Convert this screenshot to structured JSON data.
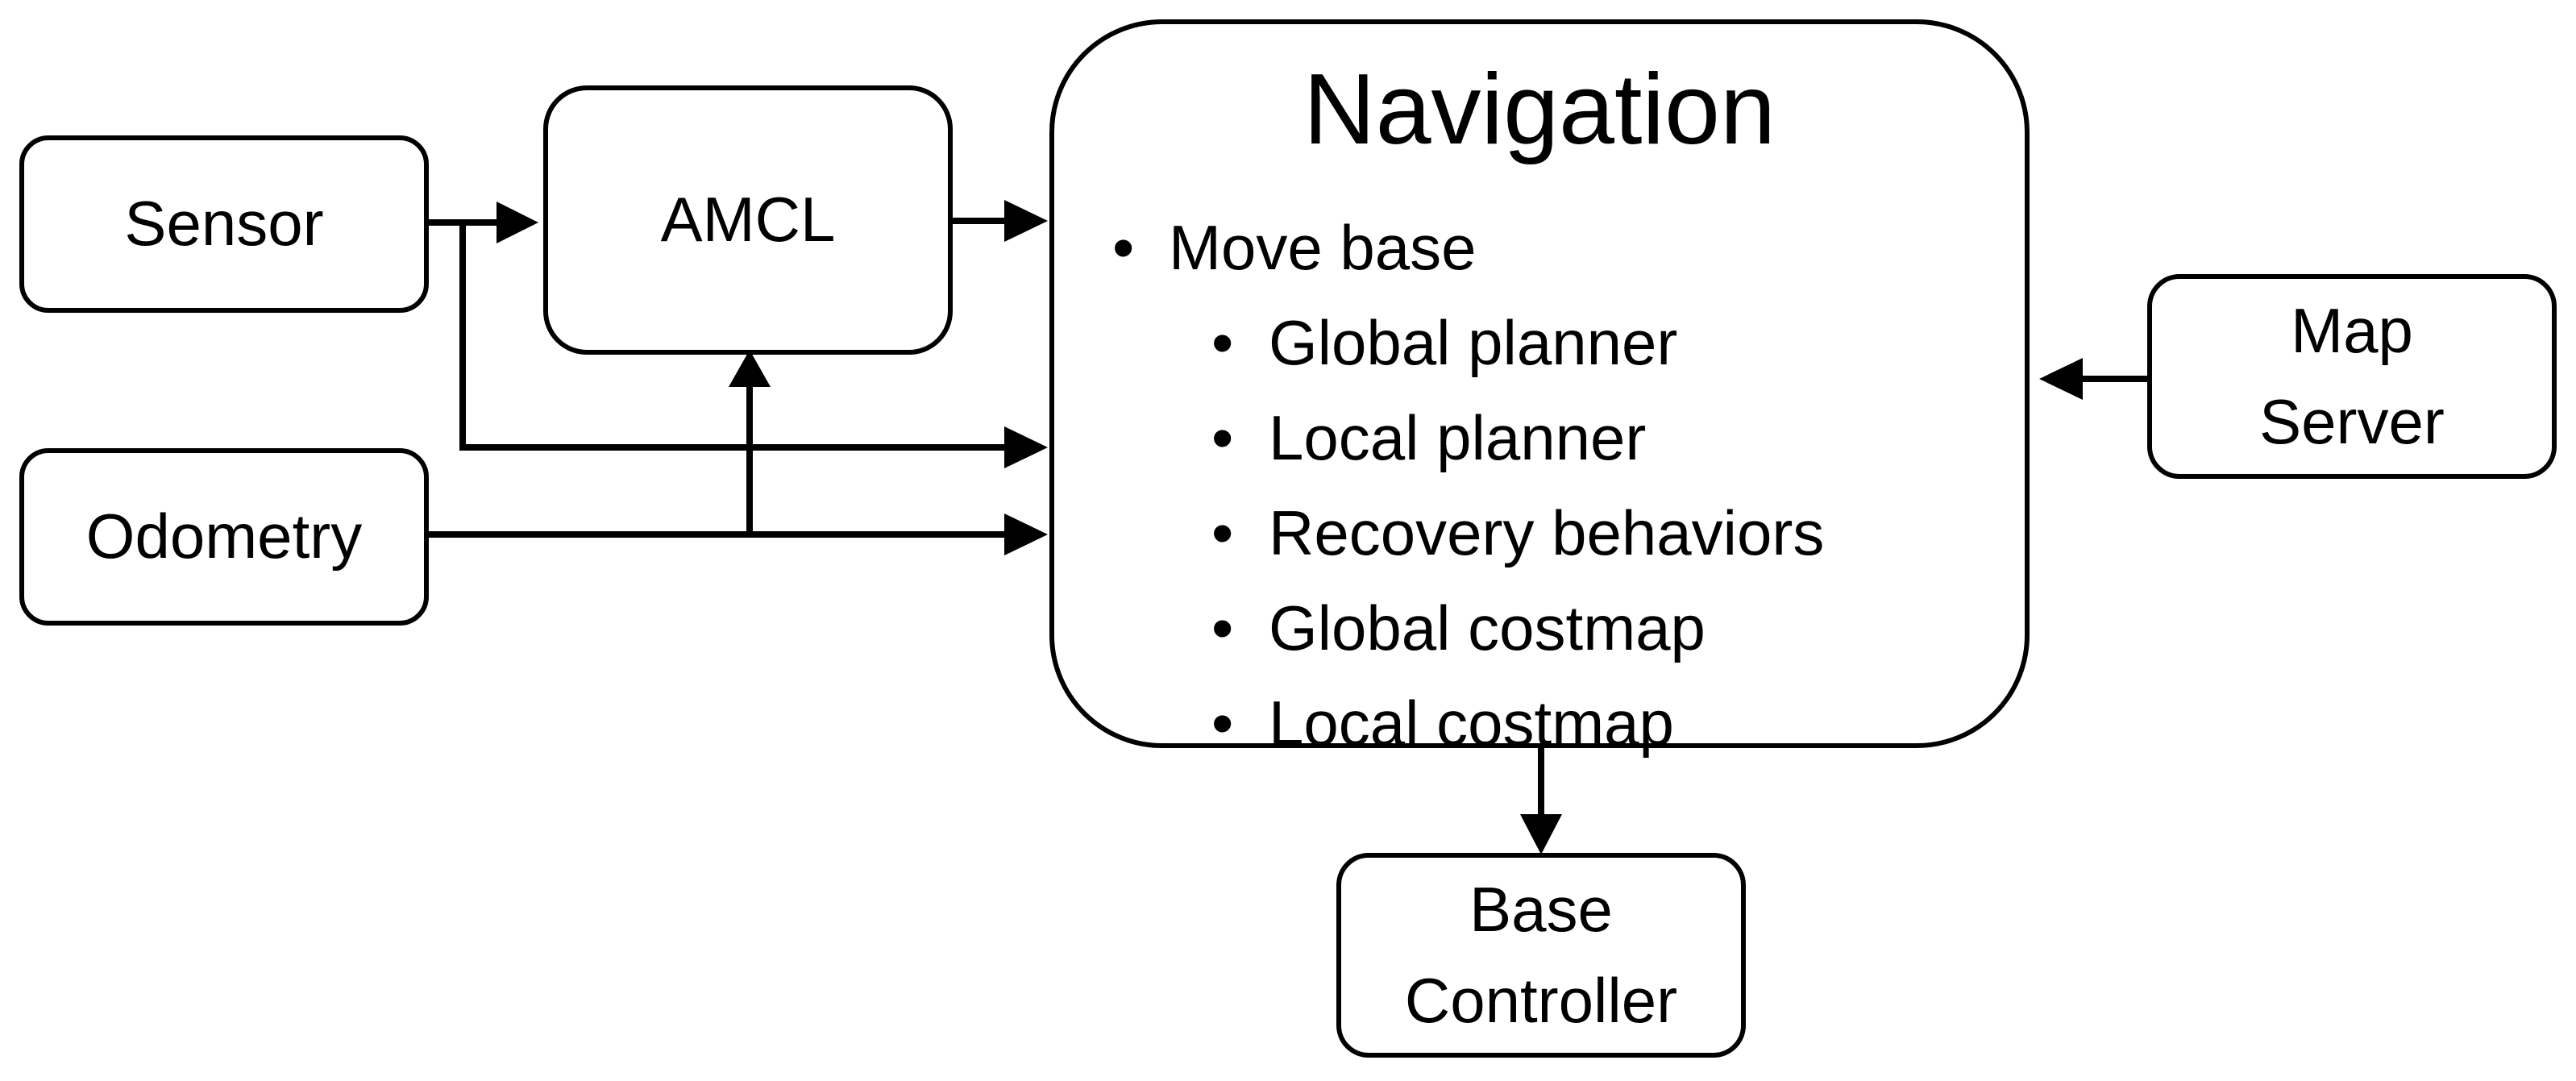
{
  "nodes": {
    "sensor": {
      "label": "Sensor"
    },
    "odometry": {
      "label": "Odometry"
    },
    "amcl": {
      "label": "AMCL"
    },
    "navigation": {
      "title": "Navigation",
      "items": [
        {
          "text": "Move base",
          "level": 0
        },
        {
          "text": "Global planner",
          "level": 1
        },
        {
          "text": "Local planner",
          "level": 1
        },
        {
          "text": "Recovery behaviors",
          "level": 1
        },
        {
          "text": "Global costmap",
          "level": 1
        },
        {
          "text": "Local costmap",
          "level": 1
        }
      ]
    },
    "map_server": {
      "lines": [
        "Map",
        "Server"
      ]
    },
    "base_controller": {
      "lines": [
        "Base",
        "Controller"
      ]
    }
  },
  "edges": [
    {
      "from": "sensor",
      "to": "amcl"
    },
    {
      "from": "sensor",
      "to": "navigation"
    },
    {
      "from": "odometry",
      "to": "amcl"
    },
    {
      "from": "odometry",
      "to": "navigation"
    },
    {
      "from": "amcl",
      "to": "navigation"
    },
    {
      "from": "map_server",
      "to": "navigation"
    },
    {
      "from": "navigation",
      "to": "base_controller"
    }
  ]
}
